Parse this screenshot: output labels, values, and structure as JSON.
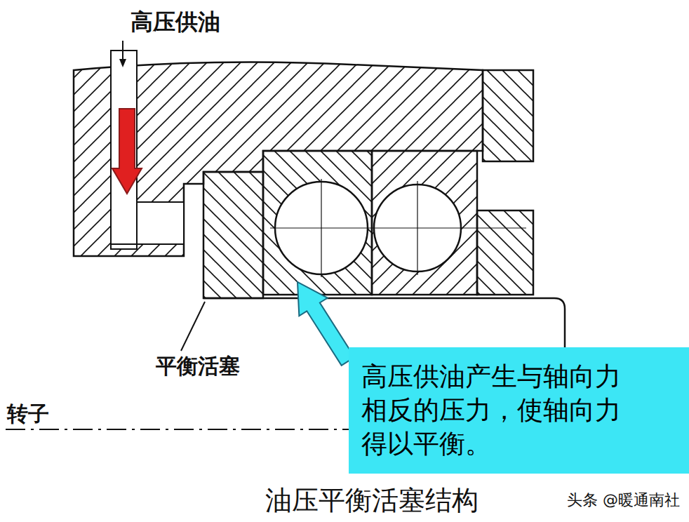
{
  "diagram": {
    "caption": "油压平衡活塞结构",
    "nodes": [
      {
        "text": [
          "高压供油产生与轴向力相反的压力，使轴向力得以平衡。"
        ]
      }
    ],
    "labels": [
      "高压供油",
      "平衡活塞",
      "转子",
      "头条 @暖通南社"
    ]
  }
}
